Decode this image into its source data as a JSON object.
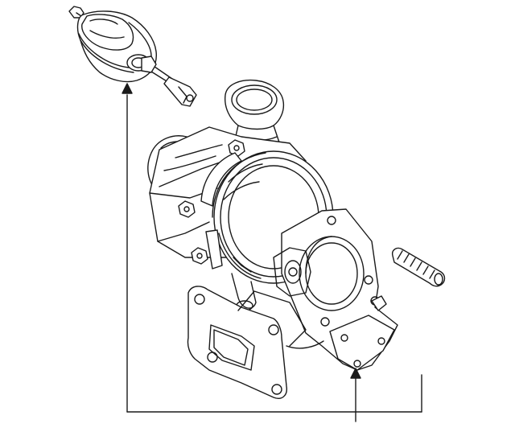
{
  "diagram": {
    "parts": [
      {
        "name": "wastegate-actuator"
      },
      {
        "name": "actuator-rod-bracket"
      },
      {
        "name": "compressor-inlet-elbow"
      },
      {
        "name": "center-housing"
      },
      {
        "name": "turbine-housing"
      },
      {
        "name": "exhaust-outlet-flange"
      },
      {
        "name": "manifold-mounting-flange"
      },
      {
        "name": "mounting-stud"
      }
    ],
    "callouts": [
      {
        "target": "wastegate-actuator",
        "style": "arrow"
      },
      {
        "target": "exhaust-outlet-flange",
        "style": "arrow"
      }
    ],
    "line_color": "#1a1a1a",
    "background": "#ffffff"
  }
}
